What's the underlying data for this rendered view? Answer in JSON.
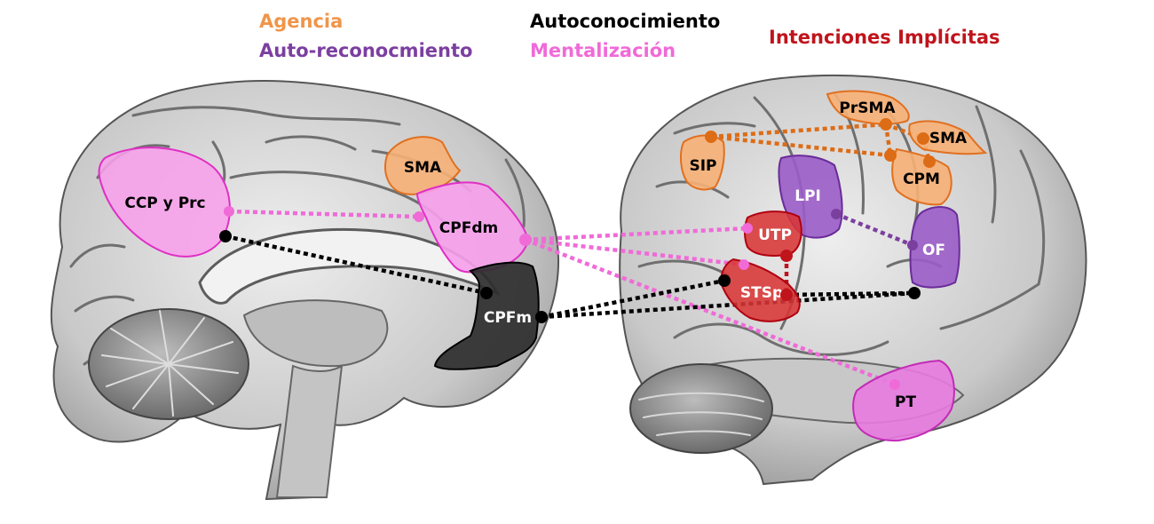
{
  "legend": {
    "agency": "Agencia",
    "self_recognition": "Auto-reconocmiento",
    "self_knowledge": "Autoconocimiento",
    "mentalizing": "Mentalización",
    "implicit_intentions": "Intenciones Implícitas"
  },
  "colors": {
    "agency": "#f0954a",
    "self_recognition": "#7b3fa0",
    "self_knowledge": "#000000",
    "mentalizing": "#f06ad8",
    "implicit_intentions": "#c0141c"
  },
  "medial_regions": {
    "ccp_prc": "CCP y Prc",
    "sma": "SMA",
    "cpfdm": "CPFdm",
    "cpfm": "CPFm"
  },
  "lateral_regions": {
    "prsma": "PrSMA",
    "sma": "SMA",
    "sip": "SIP",
    "cpm": "CPM",
    "lpi": "LPI",
    "utp": "UTP",
    "of": "OF",
    "stsp": "STSp",
    "pt": "PT"
  }
}
